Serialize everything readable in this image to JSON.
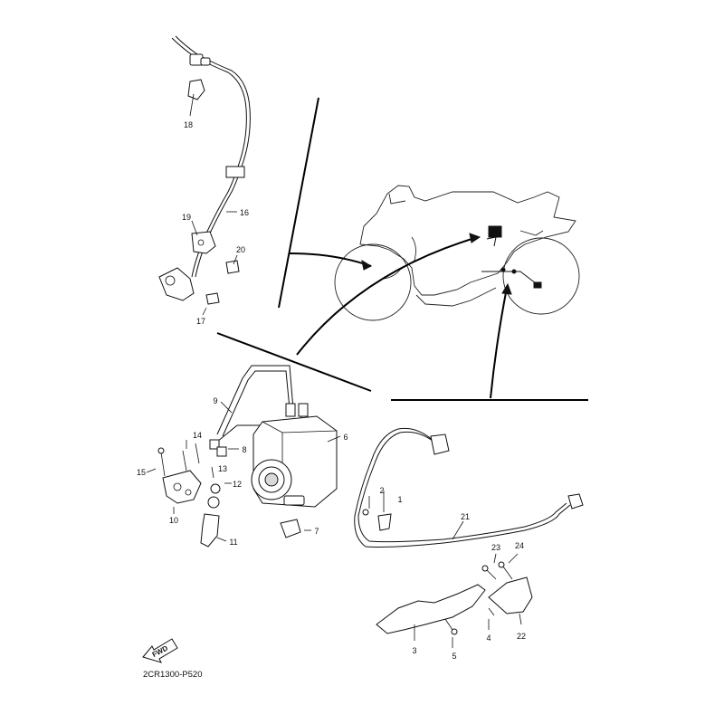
{
  "diagram": {
    "drawing_code": "2CR1300-P520",
    "forward_arrow_label": "FWD",
    "callouts": [
      {
        "id": "1",
        "text": "1"
      },
      {
        "id": "2",
        "text": "2"
      },
      {
        "id": "3",
        "text": "3"
      },
      {
        "id": "4",
        "text": "4"
      },
      {
        "id": "5",
        "text": "5"
      },
      {
        "id": "6",
        "text": "6"
      },
      {
        "id": "7",
        "text": "7"
      },
      {
        "id": "8",
        "text": "8"
      },
      {
        "id": "9",
        "text": "9"
      },
      {
        "id": "10",
        "text": "10"
      },
      {
        "id": "11",
        "text": "11"
      },
      {
        "id": "12",
        "text": "12"
      },
      {
        "id": "13",
        "text": "13"
      },
      {
        "id": "14",
        "text": "14"
      },
      {
        "id": "15",
        "text": "15"
      },
      {
        "id": "16",
        "text": "16"
      },
      {
        "id": "17",
        "text": "17"
      },
      {
        "id": "18",
        "text": "18"
      },
      {
        "id": "19",
        "text": "19"
      },
      {
        "id": "20",
        "text": "20"
      },
      {
        "id": "21",
        "text": "21"
      },
      {
        "id": "22",
        "text": "22"
      },
      {
        "id": "23",
        "text": "23"
      },
      {
        "id": "24",
        "text": "24"
      }
    ]
  }
}
